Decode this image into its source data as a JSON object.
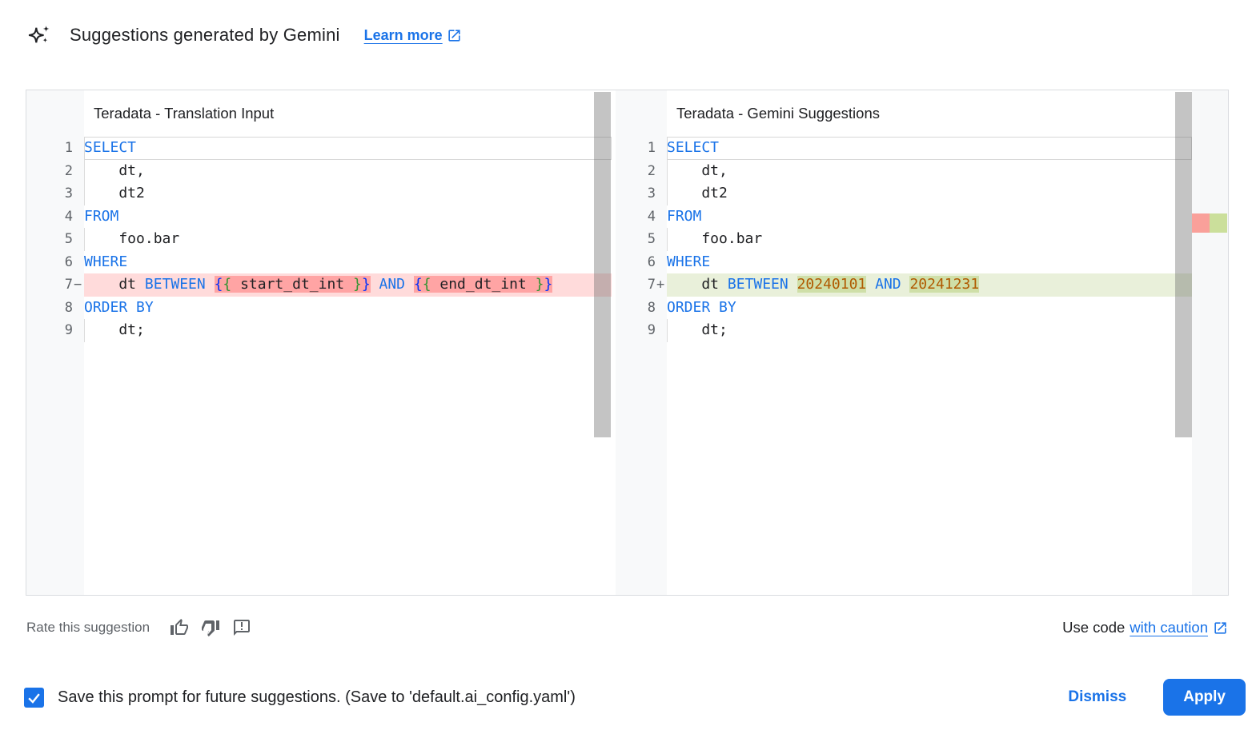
{
  "header": {
    "title": "Suggestions generated by Gemini",
    "learn_more_label": "Learn more"
  },
  "icons": {
    "sparkle": "gemini-sparkle-icon",
    "external_link": "open-in-new-icon",
    "thumb_up": "thumb-up-icon",
    "thumb_down": "thumb-down-icon",
    "feedback": "feedback-icon",
    "checkmark": "check-icon"
  },
  "colors": {
    "accent_blue": "#1a73e8",
    "keyword_blue": "#1a73e8",
    "number_orange": "#b05a00",
    "bracket_outer_blue": "#0431fa",
    "bracket_inner_green": "#319331",
    "removed_line_bg": "rgba(255,0,0,0.14)",
    "removed_word_bg": "rgba(255,0,0,0.25)",
    "added_line_bg": "rgba(155,185,85,0.22)",
    "added_word_bg": "rgba(140,180,40,0.28)",
    "gutter_bg": "#f8f9fa",
    "text_dark": "#202124",
    "text_gray": "#5f6368"
  },
  "panels": [
    {
      "title": "Teradata - Translation Input",
      "lines": [
        {
          "num": "1",
          "sign": "",
          "cls": "",
          "cur": true,
          "ind": false,
          "seg": [
            {
              "t": "SELECT",
              "c": "kw"
            }
          ]
        },
        {
          "num": "2",
          "sign": "",
          "cls": "",
          "cur": false,
          "ind": true,
          "seg": [
            {
              "t": "    dt,",
              "c": "pl"
            }
          ]
        },
        {
          "num": "3",
          "sign": "",
          "cls": "",
          "cur": false,
          "ind": true,
          "seg": [
            {
              "t": "    dt2",
              "c": "pl"
            }
          ]
        },
        {
          "num": "4",
          "sign": "",
          "cls": "",
          "cur": false,
          "ind": false,
          "seg": [
            {
              "t": "FROM",
              "c": "kw"
            }
          ]
        },
        {
          "num": "5",
          "sign": "",
          "cls": "",
          "cur": false,
          "ind": true,
          "seg": [
            {
              "t": "    foo.bar",
              "c": "pl"
            }
          ]
        },
        {
          "num": "6",
          "sign": "",
          "cls": "",
          "cur": false,
          "ind": false,
          "seg": [
            {
              "t": "WHERE",
              "c": "kw"
            }
          ]
        },
        {
          "num": "7",
          "sign": "−",
          "cls": "removed",
          "cur": false,
          "ind": false,
          "seg": [
            {
              "t": "    dt ",
              "c": "pl"
            },
            {
              "t": "BETWEEN",
              "c": "kw"
            },
            {
              "t": " ",
              "c": "pl"
            },
            {
              "t": "{",
              "c": "b1",
              "h": true
            },
            {
              "t": "{",
              "c": "b2",
              "h": true
            },
            {
              "t": " start_dt_int ",
              "c": "pl",
              "h": true
            },
            {
              "t": "}",
              "c": "b2",
              "h": true
            },
            {
              "t": "}",
              "c": "b1",
              "h": true
            },
            {
              "t": " ",
              "c": "pl"
            },
            {
              "t": "AND",
              "c": "kw"
            },
            {
              "t": " ",
              "c": "pl"
            },
            {
              "t": "{",
              "c": "b1",
              "h": true
            },
            {
              "t": "{",
              "c": "b2",
              "h": true
            },
            {
              "t": " end_dt_int ",
              "c": "pl",
              "h": true
            },
            {
              "t": "}",
              "c": "b2",
              "h": true
            },
            {
              "t": "}",
              "c": "b1",
              "h": true
            }
          ]
        },
        {
          "num": "8",
          "sign": "",
          "cls": "",
          "cur": false,
          "ind": false,
          "seg": [
            {
              "t": "ORDER BY",
              "c": "kw"
            }
          ]
        },
        {
          "num": "9",
          "sign": "",
          "cls": "",
          "cur": false,
          "ind": true,
          "seg": [
            {
              "t": "    dt;",
              "c": "pl"
            }
          ]
        }
      ]
    },
    {
      "title": "Teradata - Gemini Suggestions",
      "lines": [
        {
          "num": "1",
          "sign": "",
          "cls": "",
          "cur": true,
          "ind": false,
          "seg": [
            {
              "t": "SELECT",
              "c": "kw"
            }
          ]
        },
        {
          "num": "2",
          "sign": "",
          "cls": "",
          "cur": false,
          "ind": true,
          "seg": [
            {
              "t": "    dt,",
              "c": "pl"
            }
          ]
        },
        {
          "num": "3",
          "sign": "",
          "cls": "",
          "cur": false,
          "ind": true,
          "seg": [
            {
              "t": "    dt2",
              "c": "pl"
            }
          ]
        },
        {
          "num": "4",
          "sign": "",
          "cls": "",
          "cur": false,
          "ind": false,
          "seg": [
            {
              "t": "FROM",
              "c": "kw"
            }
          ]
        },
        {
          "num": "5",
          "sign": "",
          "cls": "",
          "cur": false,
          "ind": true,
          "seg": [
            {
              "t": "    foo.bar",
              "c": "pl"
            }
          ]
        },
        {
          "num": "6",
          "sign": "",
          "cls": "",
          "cur": false,
          "ind": false,
          "seg": [
            {
              "t": "WHERE",
              "c": "kw"
            }
          ]
        },
        {
          "num": "7",
          "sign": "+",
          "cls": "added",
          "cur": false,
          "ind": false,
          "seg": [
            {
              "t": "    dt ",
              "c": "pl"
            },
            {
              "t": "BETWEEN",
              "c": "kw"
            },
            {
              "t": " ",
              "c": "pl"
            },
            {
              "t": "20240101",
              "c": "num",
              "h": true
            },
            {
              "t": " ",
              "c": "pl"
            },
            {
              "t": "AND",
              "c": "kw"
            },
            {
              "t": " ",
              "c": "pl"
            },
            {
              "t": "20241231",
              "c": "num",
              "h": true
            }
          ]
        },
        {
          "num": "8",
          "sign": "",
          "cls": "",
          "cur": false,
          "ind": false,
          "seg": [
            {
              "t": "ORDER BY",
              "c": "kw"
            }
          ]
        },
        {
          "num": "9",
          "sign": "",
          "cls": "",
          "cur": false,
          "ind": true,
          "seg": [
            {
              "t": "    dt;",
              "c": "pl"
            }
          ]
        }
      ]
    }
  ],
  "rate_row": {
    "label": "Rate this suggestion"
  },
  "use_code": {
    "prefix": "Use code",
    "link_label": "with caution"
  },
  "footer": {
    "checkbox_checked": true,
    "save_label": "Save this prompt for future suggestions. (Save to 'default.ai_config.yaml')",
    "dismiss_label": "Dismiss",
    "apply_label": "Apply"
  }
}
